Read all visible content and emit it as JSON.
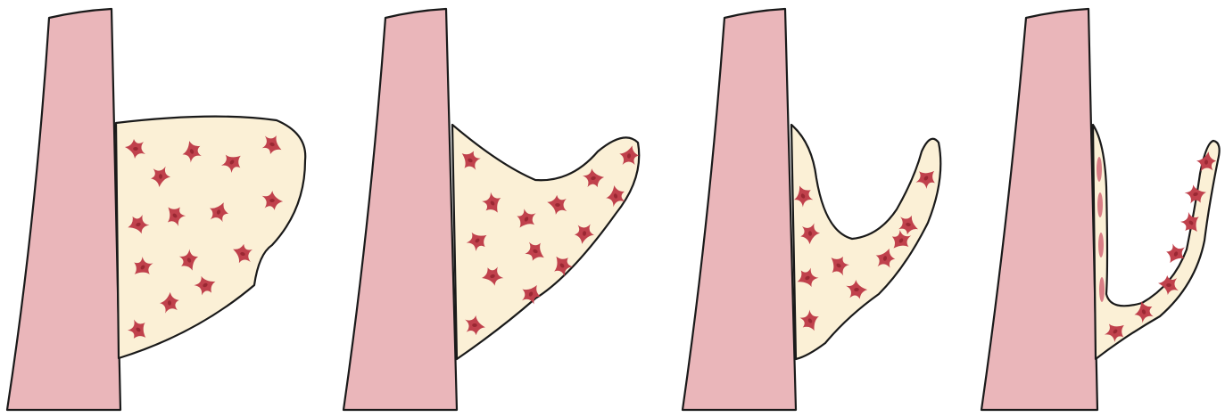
{
  "colors": {
    "tissue": "#eab6ba",
    "mesenchyme": "#fbf0d6",
    "cell": "#c0414c",
    "cell_nucleus": "#9a2833",
    "elongated_cell": "#d97e86",
    "outline": "#1a1a1a",
    "background": "#ffffff"
  },
  "panels": [
    {
      "stage": 1,
      "shape": "broad-bulge",
      "cell_type": "stellate"
    },
    {
      "stage": 2,
      "shape": "bulge-with-shallow-notch",
      "cell_type": "stellate"
    },
    {
      "stage": 3,
      "shape": "deep-notch-u-shape",
      "cell_type": "stellate"
    },
    {
      "stage": 4,
      "shape": "thin-u-fold",
      "cell_type": "stellate-and-elongated"
    }
  ]
}
